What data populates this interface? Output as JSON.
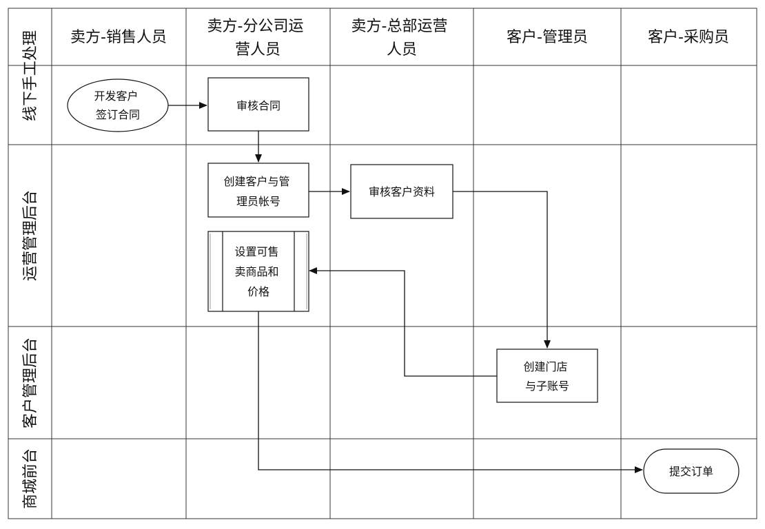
{
  "columns": [
    {
      "lines": [
        "卖方-销售人员"
      ]
    },
    {
      "lines": [
        "卖方-分公司运",
        "营人员"
      ]
    },
    {
      "lines": [
        "卖方-总部运营",
        "人员"
      ]
    },
    {
      "lines": [
        "客户-管理员"
      ]
    },
    {
      "lines": [
        "客户-采购员"
      ]
    }
  ],
  "lanes": [
    {
      "label": "线下手工处理"
    },
    {
      "label": "运营管理后台"
    },
    {
      "label": "客户管理后台"
    },
    {
      "label": "商城前台"
    }
  ],
  "nodes": {
    "develop_customer": {
      "shape": "ellipse",
      "lines": [
        "开发客户",
        "签订合同"
      ]
    },
    "review_contract": {
      "shape": "process",
      "lines": [
        "审核合同"
      ]
    },
    "create_accounts": {
      "shape": "process",
      "lines": [
        "创建客户与管",
        "理员帐号"
      ]
    },
    "review_customer_info": {
      "shape": "process",
      "lines": [
        "审核客户资料"
      ]
    },
    "set_products_prices": {
      "shape": "predefined-process",
      "lines": [
        "设置可售",
        "卖商品和",
        "价格"
      ]
    },
    "create_store_subaccount": {
      "shape": "process",
      "lines": [
        "创建门店",
        "与子账号"
      ]
    },
    "submit_order": {
      "shape": "terminal",
      "lines": [
        "提交订单"
      ]
    }
  },
  "edges": [
    {
      "from": "develop_customer",
      "to": "review_contract"
    },
    {
      "from": "review_contract",
      "to": "create_accounts"
    },
    {
      "from": "create_accounts",
      "to": "review_customer_info"
    },
    {
      "from": "review_customer_info",
      "to": "create_store_subaccount"
    },
    {
      "from": "create_store_subaccount",
      "to": "set_products_prices"
    },
    {
      "from": "set_products_prices",
      "to": "submit_order"
    }
  ]
}
